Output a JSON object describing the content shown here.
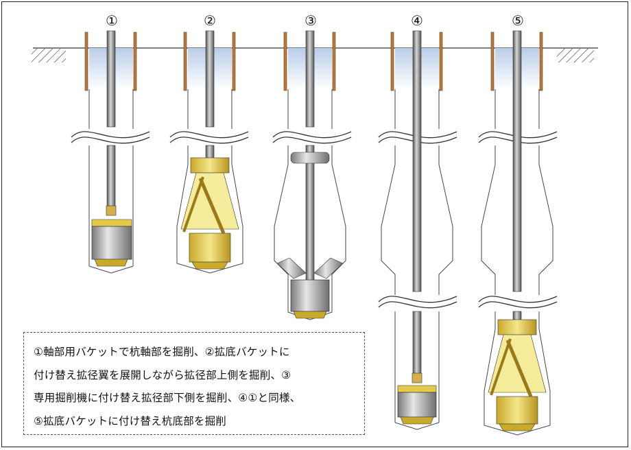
{
  "steps": [
    {
      "number": "①"
    },
    {
      "number": "②"
    },
    {
      "number": "③"
    },
    {
      "number": "④"
    },
    {
      "number": "⑤"
    }
  ],
  "caption": {
    "lines": [
      "①軸部用バケットで杭軸部を掘削、②拡底バケットに",
      "付け替え拡径翼を展開しながら拡径部上側を掘削、③",
      "専用掘削機に付け替え拡径部下側を掘削、④①と同様、",
      "⑤拡底バケットに付け替え杭底部を掘削"
    ]
  },
  "colors": {
    "water": "#c9d9ef",
    "casing": "#b87a3c",
    "rod": "#6f6f6f",
    "bucket_body": "#a8a8a8",
    "yellow_machine": "#e8d058",
    "outline": "#333333"
  }
}
